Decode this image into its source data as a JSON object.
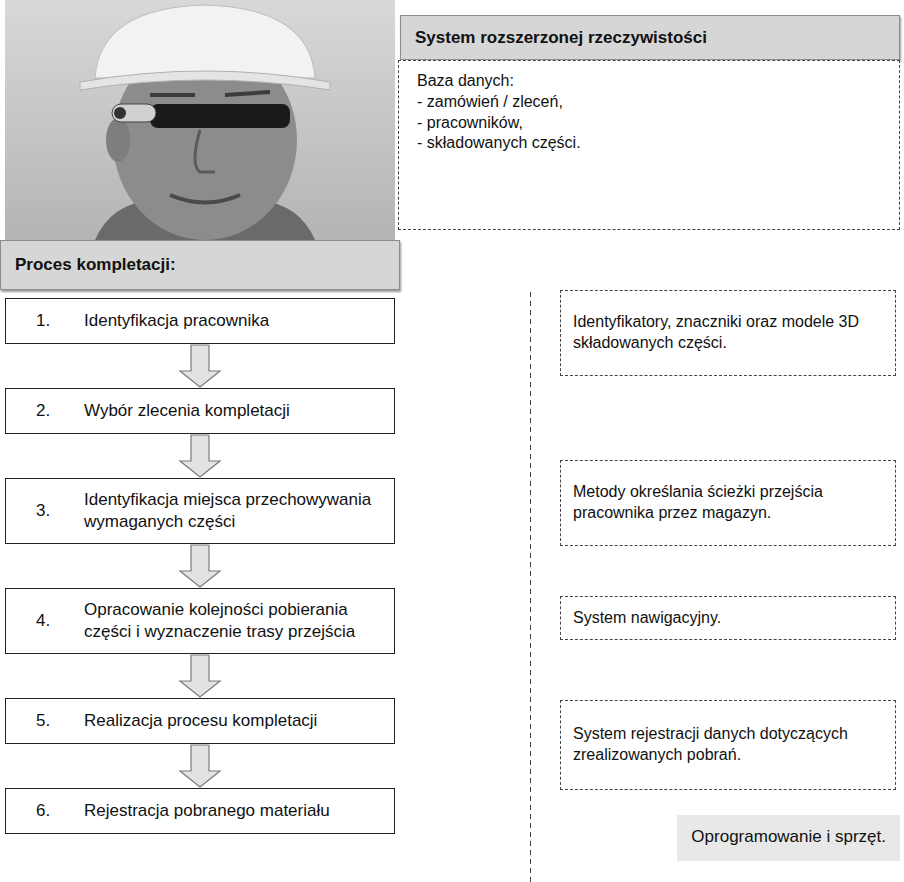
{
  "diagram": {
    "nodes": [
      {
        "text": [
          "System rozszerzonej rzeczywistości"
        ]
      },
      {
        "text": [
          "Baza danych:",
          "- zamówień / zleceń,",
          "- pracowników,",
          "- składowanych części."
        ]
      },
      {
        "text": [
          "Proces kompletacji:"
        ]
      },
      {
        "text": [
          "1.",
          "Identyfikacja pracownika"
        ]
      },
      {
        "text": [
          "2.",
          "Wybór zlecenia kompletacji"
        ]
      },
      {
        "text": [
          "3.",
          "Identyfikacja miejsca przechowywania wymaganych części"
        ]
      },
      {
        "text": [
          "4.",
          "Opracowanie kolejności pobierania części i wyznaczenie trasy przejścia"
        ]
      },
      {
        "text": [
          "5.",
          "Realizacja procesu kompletacji"
        ]
      },
      {
        "text": [
          "6.",
          "Rejestracja pobranego materiału"
        ]
      },
      {
        "text": [
          "Identyfikatory, znaczniki oraz modele 3D składowanych części."
        ]
      },
      {
        "text": [
          "Metody określania ścieżki przejścia pracownika przez magazyn."
        ]
      },
      {
        "text": [
          "System nawigacyjny."
        ]
      },
      {
        "text": [
          "System rejestracji danych dotyczących zrealizowanych pobrań."
        ]
      },
      {
        "text": [
          "Oprogramowanie i sprzęt."
        ]
      }
    ],
    "edges": [
      {
        "from": 3,
        "to": 4,
        "arrow": "to"
      },
      {
        "from": 4,
        "to": 5,
        "arrow": "to"
      },
      {
        "from": 5,
        "to": 6,
        "arrow": "to"
      },
      {
        "from": 6,
        "to": 7,
        "arrow": "to"
      },
      {
        "from": 7,
        "to": 8,
        "arrow": "to"
      }
    ]
  }
}
